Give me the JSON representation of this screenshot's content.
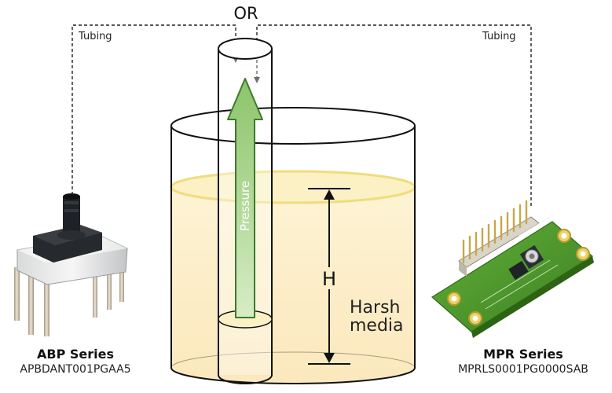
{
  "top_label": "OR",
  "tubing_left": "Tubing",
  "tubing_right": "Tubing",
  "arrow_label": "Pressure",
  "height_label": "H",
  "media_line1": "Harsh",
  "media_line2": "media",
  "left_sensor": {
    "series": "ABP Series",
    "part": "APBDANT001PGAA5"
  },
  "right_sensor": {
    "series": "MPR Series",
    "part": "MPRLS0001PG0000SAB"
  },
  "colors": {
    "liquid": "#fcf0cd",
    "liquid_surface": "#f2e28c",
    "arrow_fill": "#a9d48e",
    "arrow_stroke": "#3d7a2e",
    "pcb": "#4d9a2b",
    "sensor_body": "#1f2327"
  }
}
